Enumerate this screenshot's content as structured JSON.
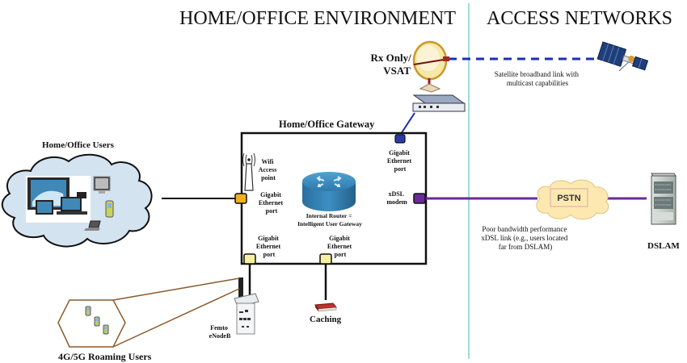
{
  "headers": {
    "home_office": "HOME/OFFICE ENVIRONMENT",
    "access_networks": "ACCESS NETWORKS"
  },
  "gateway": {
    "title": "Home/Office Gateway",
    "router_label_line1": "Internal Router =",
    "router_label_line2": "Intelligent User Gateway",
    "wifi_label": [
      "Wifi",
      "Access",
      "point"
    ],
    "ports": {
      "left": [
        "Gigabit",
        "Ethernet",
        "port"
      ],
      "top_right": [
        "Gigabit",
        "Ethernet",
        "port"
      ],
      "xdsl": [
        "xDSL",
        "modem"
      ],
      "bottom_left": [
        "Gigabit",
        "Ethernet",
        "port"
      ],
      "bottom_center": [
        "Gigabit",
        "Ethernet",
        "port"
      ]
    }
  },
  "nodes": {
    "home_users": "Home/Office Users",
    "vsat": [
      "Rx Only/",
      "VSAT"
    ],
    "satellite_link": [
      "Satellite broadband link with",
      "multicast capabilities"
    ],
    "pstn": "PSTN",
    "xdsl_link": [
      "Poor bandwidth performance",
      "xDSL  link (e.g., users located",
      "far from  DSLAM)"
    ],
    "dslam": "DSLAM",
    "caching": "Caching",
    "femto": [
      "Femto",
      "eNodeB"
    ],
    "roaming_users": "4G/5G Roaming Users"
  },
  "colors": {
    "divider": "#7fd4c8",
    "satellite_link": "#1a2fb8",
    "xdsl_link": "#6a2a9a",
    "port_orange": "#f0b020",
    "port_blue": "#2a3aa8",
    "port_purple": "#6a2a9a",
    "port_yellow": "#f6f0a0",
    "hexagon": "#8a5a2a",
    "cloud_fill": "#d4e3f0",
    "pstn_cloud": "#fde9b0"
  }
}
